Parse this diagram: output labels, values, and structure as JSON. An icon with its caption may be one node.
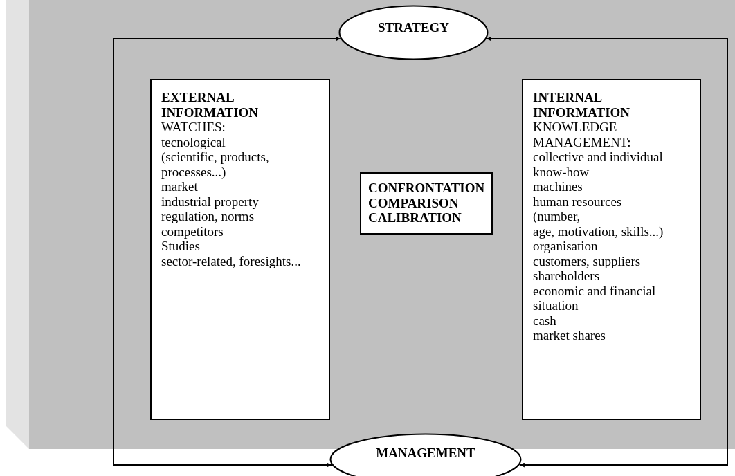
{
  "diagram": {
    "nodes": [
      {
        "text": [
          "STRATEGY"
        ]
      },
      {
        "text": [
          "EXTERNAL INFORMATION",
          "WATCHES:",
          "tecnological",
          "(scientific, products, processes...)",
          "market",
          "industrial property",
          "regulation, norms",
          "competitors",
          "Studies",
          "sector-related, foresights..."
        ]
      },
      {
        "text": [
          "CONFRONTATION",
          "COMPARISON",
          "CALIBRATION"
        ]
      },
      {
        "text": [
          "INTERNAL INFORMATION",
          "KNOWLEDGE MANAGEMENT:",
          "collective and individual know-how",
          "machines",
          "human resources",
          "(number,",
          "age, motivation, skills...)",
          "organisation",
          "customers, suppliers",
          "shareholders",
          "economic and financial situation",
          "cash",
          "market shares"
        ]
      },
      {
        "text": [
          "MANAGEMENT"
        ]
      }
    ],
    "edges": [
      {
        "from": 4,
        "to": 0,
        "arrow": "both"
      },
      {
        "from": 4,
        "to": 0,
        "arrow": "both"
      }
    ]
  }
}
